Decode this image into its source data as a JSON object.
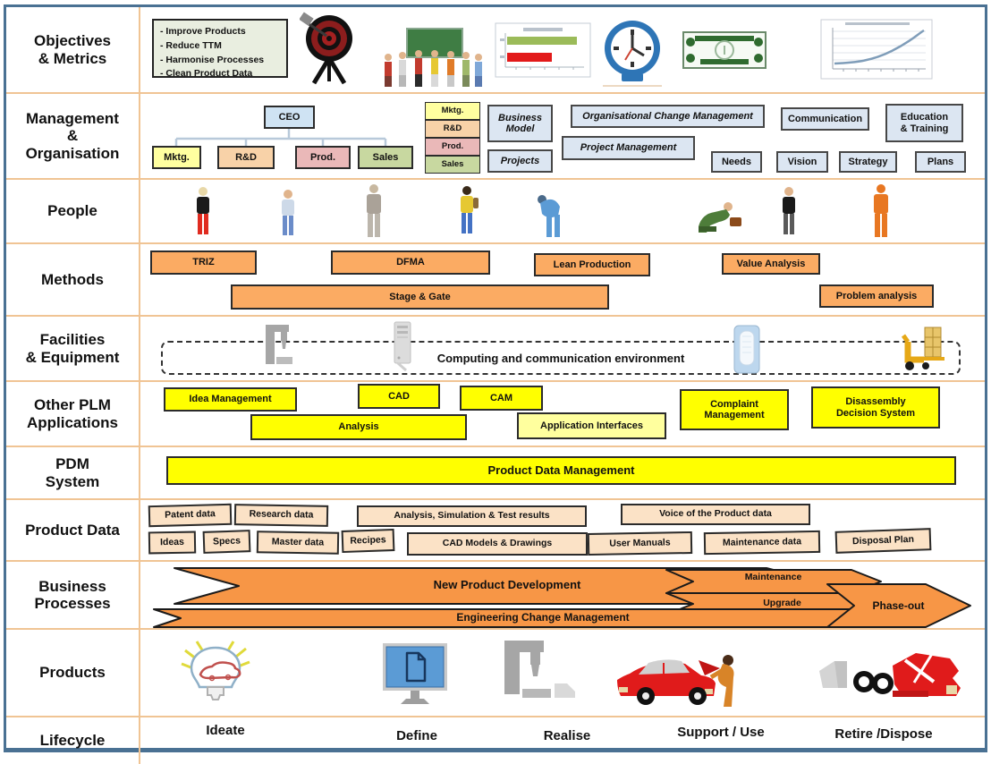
{
  "rows": {
    "objectives": {
      "label": "Objectives\n& Metrics"
    },
    "management": {
      "label": "Management\n&\nOrganisation"
    },
    "people": {
      "label": "People"
    },
    "methods": {
      "label": "Methods"
    },
    "facilities": {
      "label": "Facilities\n& Equipment"
    },
    "plm_apps": {
      "label": "Other PLM\nApplications"
    },
    "pdm": {
      "label": "PDM\nSystem"
    },
    "product_data": {
      "label": "Product Data"
    },
    "processes": {
      "label": "Business\nProcesses"
    },
    "products": {
      "label": "Products"
    },
    "lifecycle": {
      "label": "Lifecycle"
    }
  },
  "objectives": {
    "bullets": [
      "- Improve Products",
      "- Reduce TTM",
      "- Harmonise Processes",
      "- Clean Product Data"
    ],
    "icons": [
      "target",
      "team-briefing",
      "kpi-bar-chart",
      "clock",
      "money",
      "growth-line-chart"
    ]
  },
  "management": {
    "ceo": "CEO",
    "departments": [
      "Mktg.",
      "R&D",
      "Prod.",
      "Sales"
    ],
    "matrix_stack": [
      "Mktg.",
      "R&D",
      "Prod.",
      "Sales"
    ],
    "business_model": "Business Model",
    "projects": "Projects",
    "org_change": "Organisational Change Management",
    "project_mgmt": "Project Management",
    "communication": "Communication",
    "education": "Education\n& Training",
    "needs": "Needs",
    "vision": "Vision",
    "strategy": "Strategy",
    "plans": "Plans"
  },
  "methods": {
    "triz": "TRIZ",
    "dfma": "DFMA",
    "lean": "Lean Production",
    "value_analysis": "Value Analysis",
    "stage_gate": "Stage & Gate",
    "problem_analysis": "Problem analysis"
  },
  "facilities": {
    "environment": "Computing and communication environment"
  },
  "plm_apps": {
    "idea_mgmt": "Idea Management",
    "cad": "CAD",
    "cam": "CAM",
    "analysis": "Analysis",
    "app_interfaces": "Application Interfaces",
    "complaint": "Complaint\nManagement",
    "disassembly": "Disassembly\nDecision System"
  },
  "pdm": {
    "bar": "Product Data Management"
  },
  "product_data": {
    "patent": "Patent data",
    "research": "Research data",
    "analysis_sim": "Analysis, Simulation & Test results",
    "voice": "Voice of the Product data",
    "ideas": "Ideas",
    "specs": "Specs",
    "master": "Master data",
    "recipes": "Recipes",
    "cad_models": "CAD Models & Drawings",
    "user_manuals": "User Manuals",
    "maintenance": "Maintenance data",
    "disposal": "Disposal Plan"
  },
  "processes": {
    "npd": "New Product Development",
    "maintenance": "Maintenance",
    "upgrade": "Upgrade",
    "phase_out": "Phase-out",
    "ecm": "Engineering Change Management"
  },
  "lifecycle": {
    "stages": [
      "Ideate",
      "Define",
      "Realise",
      "Support / Use",
      "Retire /Dispose"
    ]
  },
  "colors": {
    "frame_blue": "#4a7193",
    "row_divider": "#f0c494",
    "process_arrow": "#f79646",
    "method_box": "#fbab63",
    "plm_yellow": "#ffff00",
    "plm_light_yellow": "#ffff9e",
    "data_box": "#fbe2c6",
    "mgmt_box": "#dce6f2",
    "ceo_box": "#cfe3f3",
    "dept_mktg": "#ffffa0",
    "dept_rd": "#f8d2a8",
    "dept_prod": "#eab8b8",
    "dept_sales": "#c8d8a0"
  }
}
